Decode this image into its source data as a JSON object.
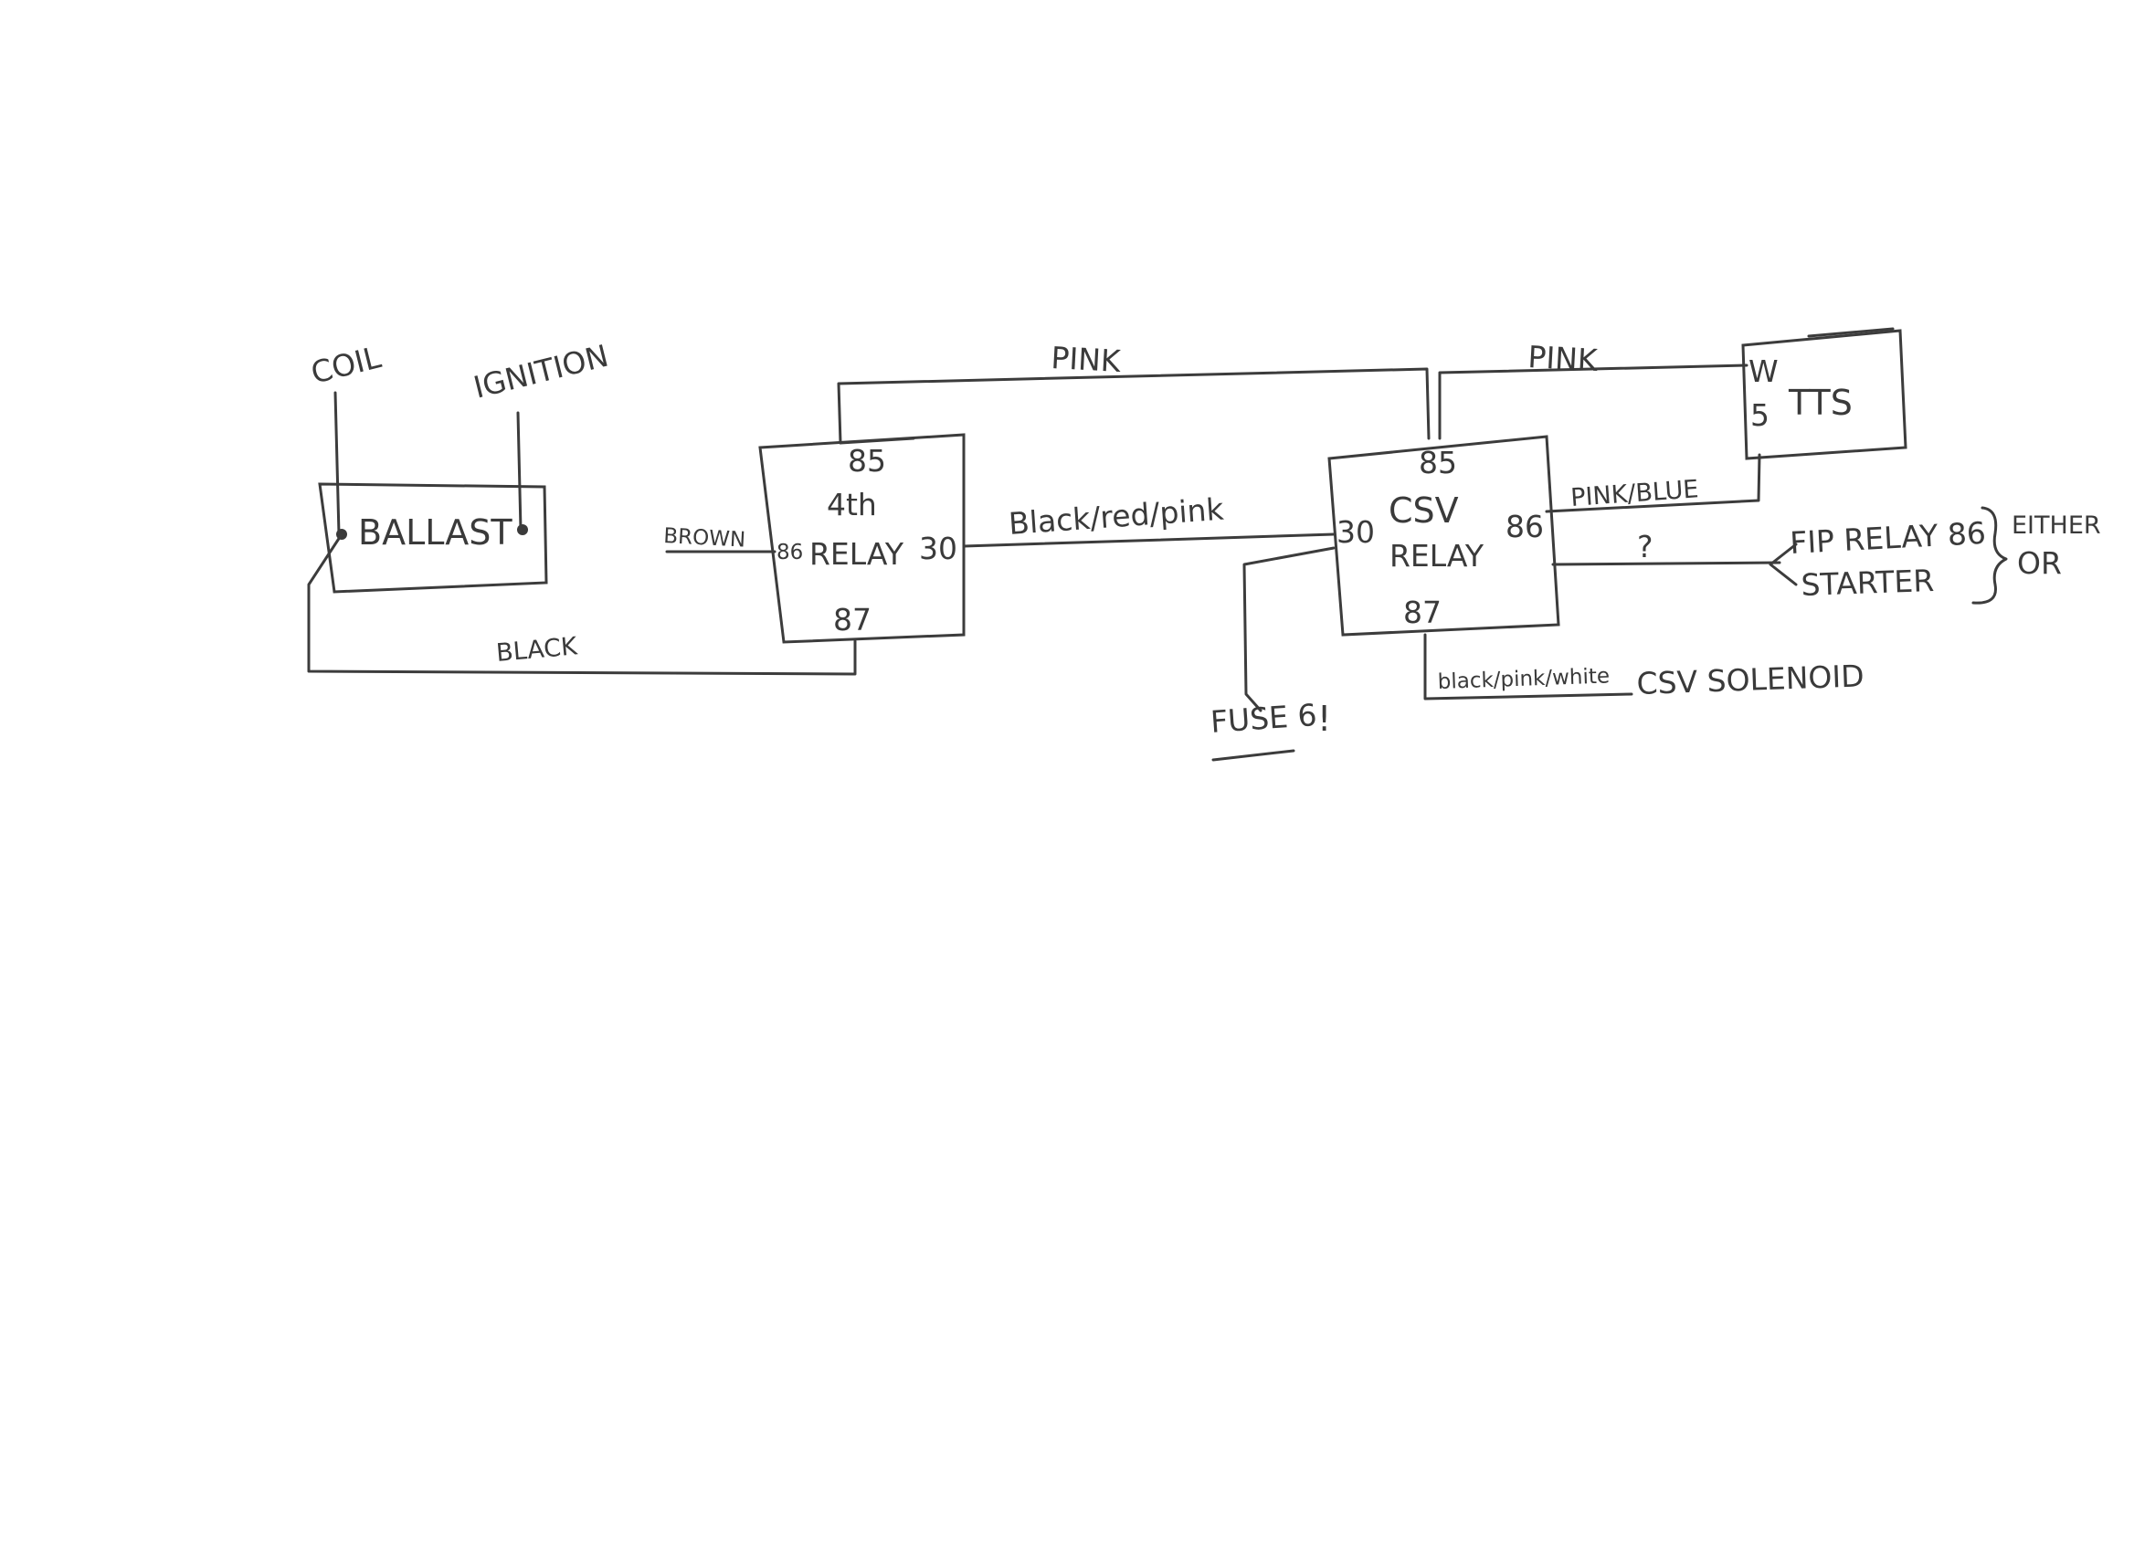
{
  "labels": {
    "coil": "COIL",
    "ignition": "IGNITION",
    "ballast": "BALLAST",
    "brown": "BROWN",
    "black": "BLACK",
    "pink_top": "PINK",
    "pink_right": "PINK",
    "black_red_pink": "Black/red/pink",
    "fuse": "FUSE 6",
    "exclaim": "!",
    "black_pink_white": "black/pink/white",
    "csv_solenoid": "CSV SOLENOID",
    "pink_blue": "PINK/BLUE",
    "question": "?",
    "fip_relay": "FIP RELAY 86",
    "starter": "STARTER",
    "either": "EITHER",
    "or": "OR"
  },
  "relay4": {
    "pin85": "85",
    "name1": "4th",
    "name2": "RELAY",
    "pin86": "86",
    "pin30": "30",
    "pin87": "87"
  },
  "csv_relay": {
    "pin85": "85",
    "name1": "CSV",
    "name2": "RELAY",
    "pin30": "30",
    "pin86": "86",
    "pin87": "87"
  },
  "tts": {
    "name": "TTS",
    "pin_w": "W",
    "pin_5": "5"
  },
  "colors": {
    "ink": "#3c3c3c",
    "paper": "#ffffff"
  }
}
